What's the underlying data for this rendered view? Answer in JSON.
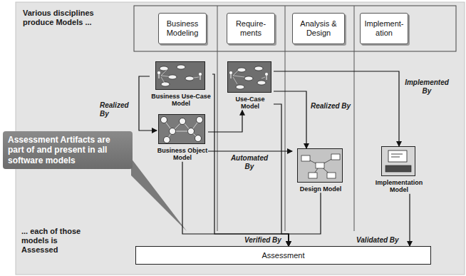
{
  "diagram": {
    "nodes": [
      {
        "text": [
          "Business Modeling"
        ]
      },
      {
        "text": [
          "Require- ments"
        ]
      },
      {
        "text": [
          "Analysis & Design"
        ]
      },
      {
        "text": [
          "Implement- ation"
        ]
      },
      {
        "text": [
          "Business Use-Case Model"
        ]
      },
      {
        "text": [
          "Use-Case Model"
        ]
      },
      {
        "text": [
          "Business Object Model"
        ]
      },
      {
        "text": [
          "Design Model"
        ]
      },
      {
        "text": [
          "Implementation Model"
        ]
      },
      {
        "text": [
          "Assessment Artifacts are part of and present in all software models"
        ]
      },
      {
        "text": [
          "Assessment"
        ]
      }
    ],
    "edges": [
      {
        "from": 4,
        "to": 6,
        "label": "Realized By",
        "arrow": "to"
      },
      {
        "from": 6,
        "to": 5,
        "arrow": "to"
      },
      {
        "from": 6,
        "to": 7,
        "label": "Automated By",
        "arrow": "to"
      },
      {
        "from": 5,
        "to": 7,
        "label": "Realized By",
        "arrow": "to"
      },
      {
        "from": 5,
        "to": 8,
        "label": "Implemented By",
        "arrow": "to"
      },
      {
        "from": 4,
        "to": 10,
        "arrow": "to"
      },
      {
        "from": 6,
        "to": 10,
        "arrow": "to"
      },
      {
        "from": 5,
        "to": 10,
        "arrow": "to"
      },
      {
        "from": 7,
        "to": 10,
        "label": "Verified By",
        "arrow": "to"
      },
      {
        "from": 8,
        "to": 10,
        "label": "Validated By",
        "arrow": "to"
      }
    ],
    "labels": [
      "Various disciplines produce Models ...",
      "... each of those models is Assessed"
    ]
  }
}
